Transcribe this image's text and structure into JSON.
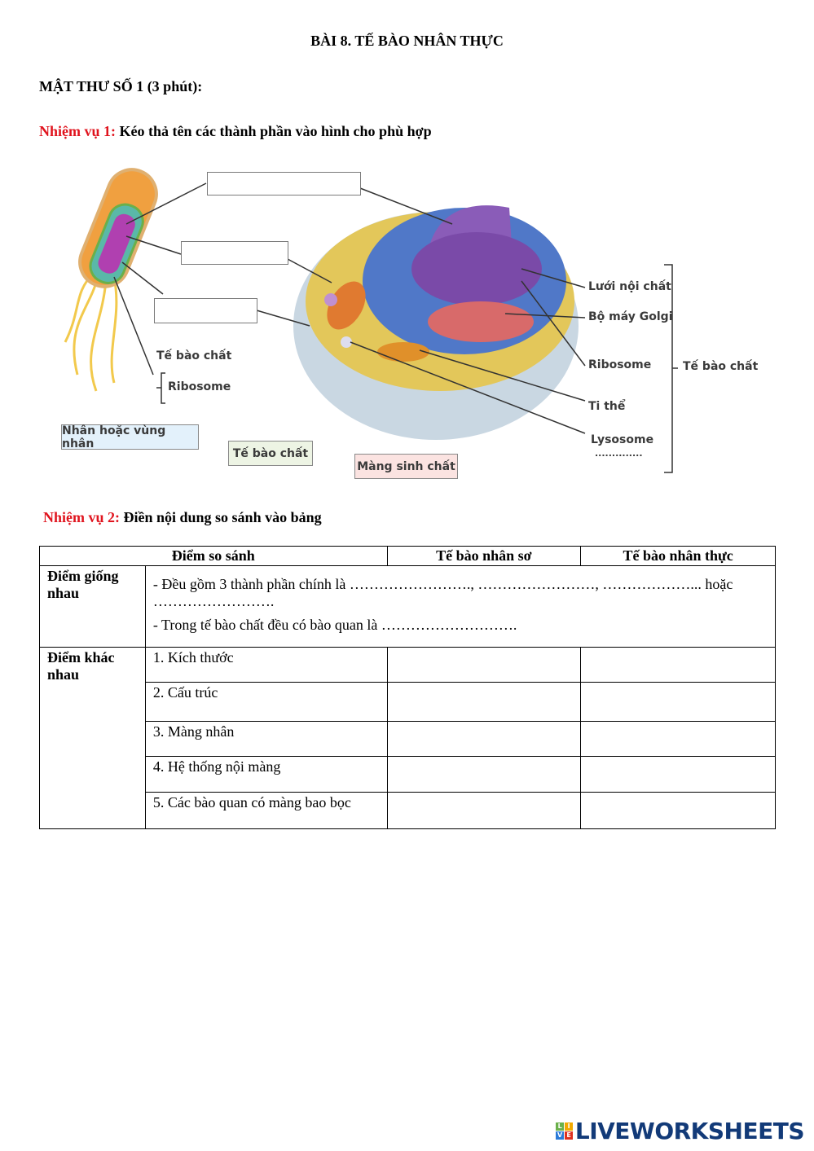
{
  "title": "BÀI 8. TẾ BÀO NHÂN THỰC",
  "section": "MẬT THƯ SỐ 1 (3 phút):",
  "task1": {
    "label": "Nhiệm vụ 1:",
    "text": "Kéo thả tên các thành phần vào hình cho phù hợp"
  },
  "diagram": {
    "prokaryote_labels": [
      "Tế bào chất",
      "Ribosome"
    ],
    "eukaryote_labels": [
      "Lưới nội chất",
      "Bộ máy Golgi",
      "Ribosome",
      "Ti thể",
      "Lysosome",
      ".............."
    ],
    "bracket_label": "Tế bào chất",
    "draggables": [
      "Nhân hoặc vùng nhân",
      "Tế bào chất",
      "Màng sinh chất"
    ]
  },
  "task2": {
    "label": "Nhiệm vụ 2:",
    "text": "Điền nội dung so sánh vào bảng"
  },
  "table": {
    "headers": [
      "Điểm so sánh",
      "Tế bào nhân sơ",
      "Tế bào nhân thực"
    ],
    "similar_label": "Điểm giống nhau",
    "similar_line1": "- Đều gồm 3 thành phần chính là ……………………., ……………………, ………………... hoặc …………………….",
    "similar_line2": "- Trong tế bào chất đều có bào quan là ……………………….",
    "diff_label": "Điểm khác nhau",
    "diff_rows": [
      "1. Kích thước",
      "2. Cấu trúc",
      "3. Màng nhân",
      "4. Hệ thống nội màng",
      "5. Các bào quan có màng bao bọc"
    ]
  },
  "logo": {
    "text": "LIVEWORKSHEETS",
    "letters": [
      "L",
      "I",
      "V",
      "E"
    ]
  }
}
